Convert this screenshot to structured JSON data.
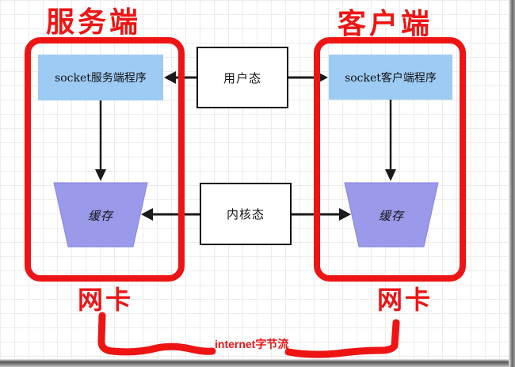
{
  "diagram": {
    "title_left": "服务端",
    "title_right": "客户端",
    "server": {
      "program": "socket服务端程序",
      "buffer": "缓存",
      "nic": "网卡"
    },
    "client": {
      "program": "socket客户端程序",
      "buffer": "缓存",
      "nic": "网卡"
    },
    "middle": {
      "user_mode": "用户态",
      "kernel_mode": "内核态"
    },
    "bottom": {
      "internet_label": "internet字节流"
    },
    "colors": {
      "accent_red": "#ee1414",
      "program_blue": "#9dcbf4",
      "buffer_purple": "#9a99ea",
      "arrow_black": "#1a1a1a"
    }
  }
}
